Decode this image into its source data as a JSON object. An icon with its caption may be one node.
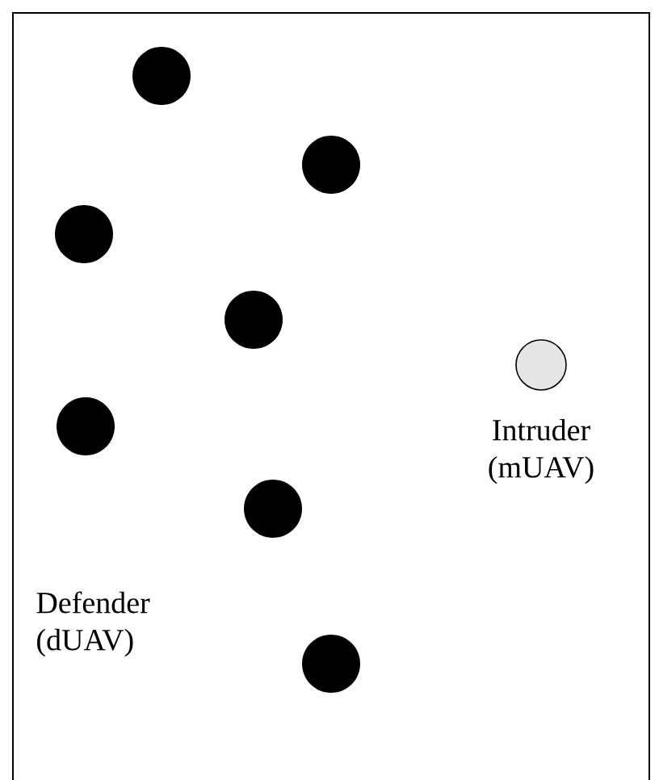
{
  "diagram": {
    "nodes": [
      {
        "text": [],
        "shape": "circle"
      },
      {
        "text": [],
        "shape": "circle"
      },
      {
        "text": [],
        "shape": "circle"
      },
      {
        "text": [],
        "shape": "circle"
      },
      {
        "text": [],
        "shape": "circle"
      },
      {
        "text": [],
        "shape": "circle"
      },
      {
        "text": [],
        "shape": "circle"
      },
      {
        "text": [],
        "shape": "circle",
        "beside": [
          "Intruder (mUAV)"
        ]
      }
    ],
    "labels": [
      "Defender (dUAV)"
    ]
  }
}
